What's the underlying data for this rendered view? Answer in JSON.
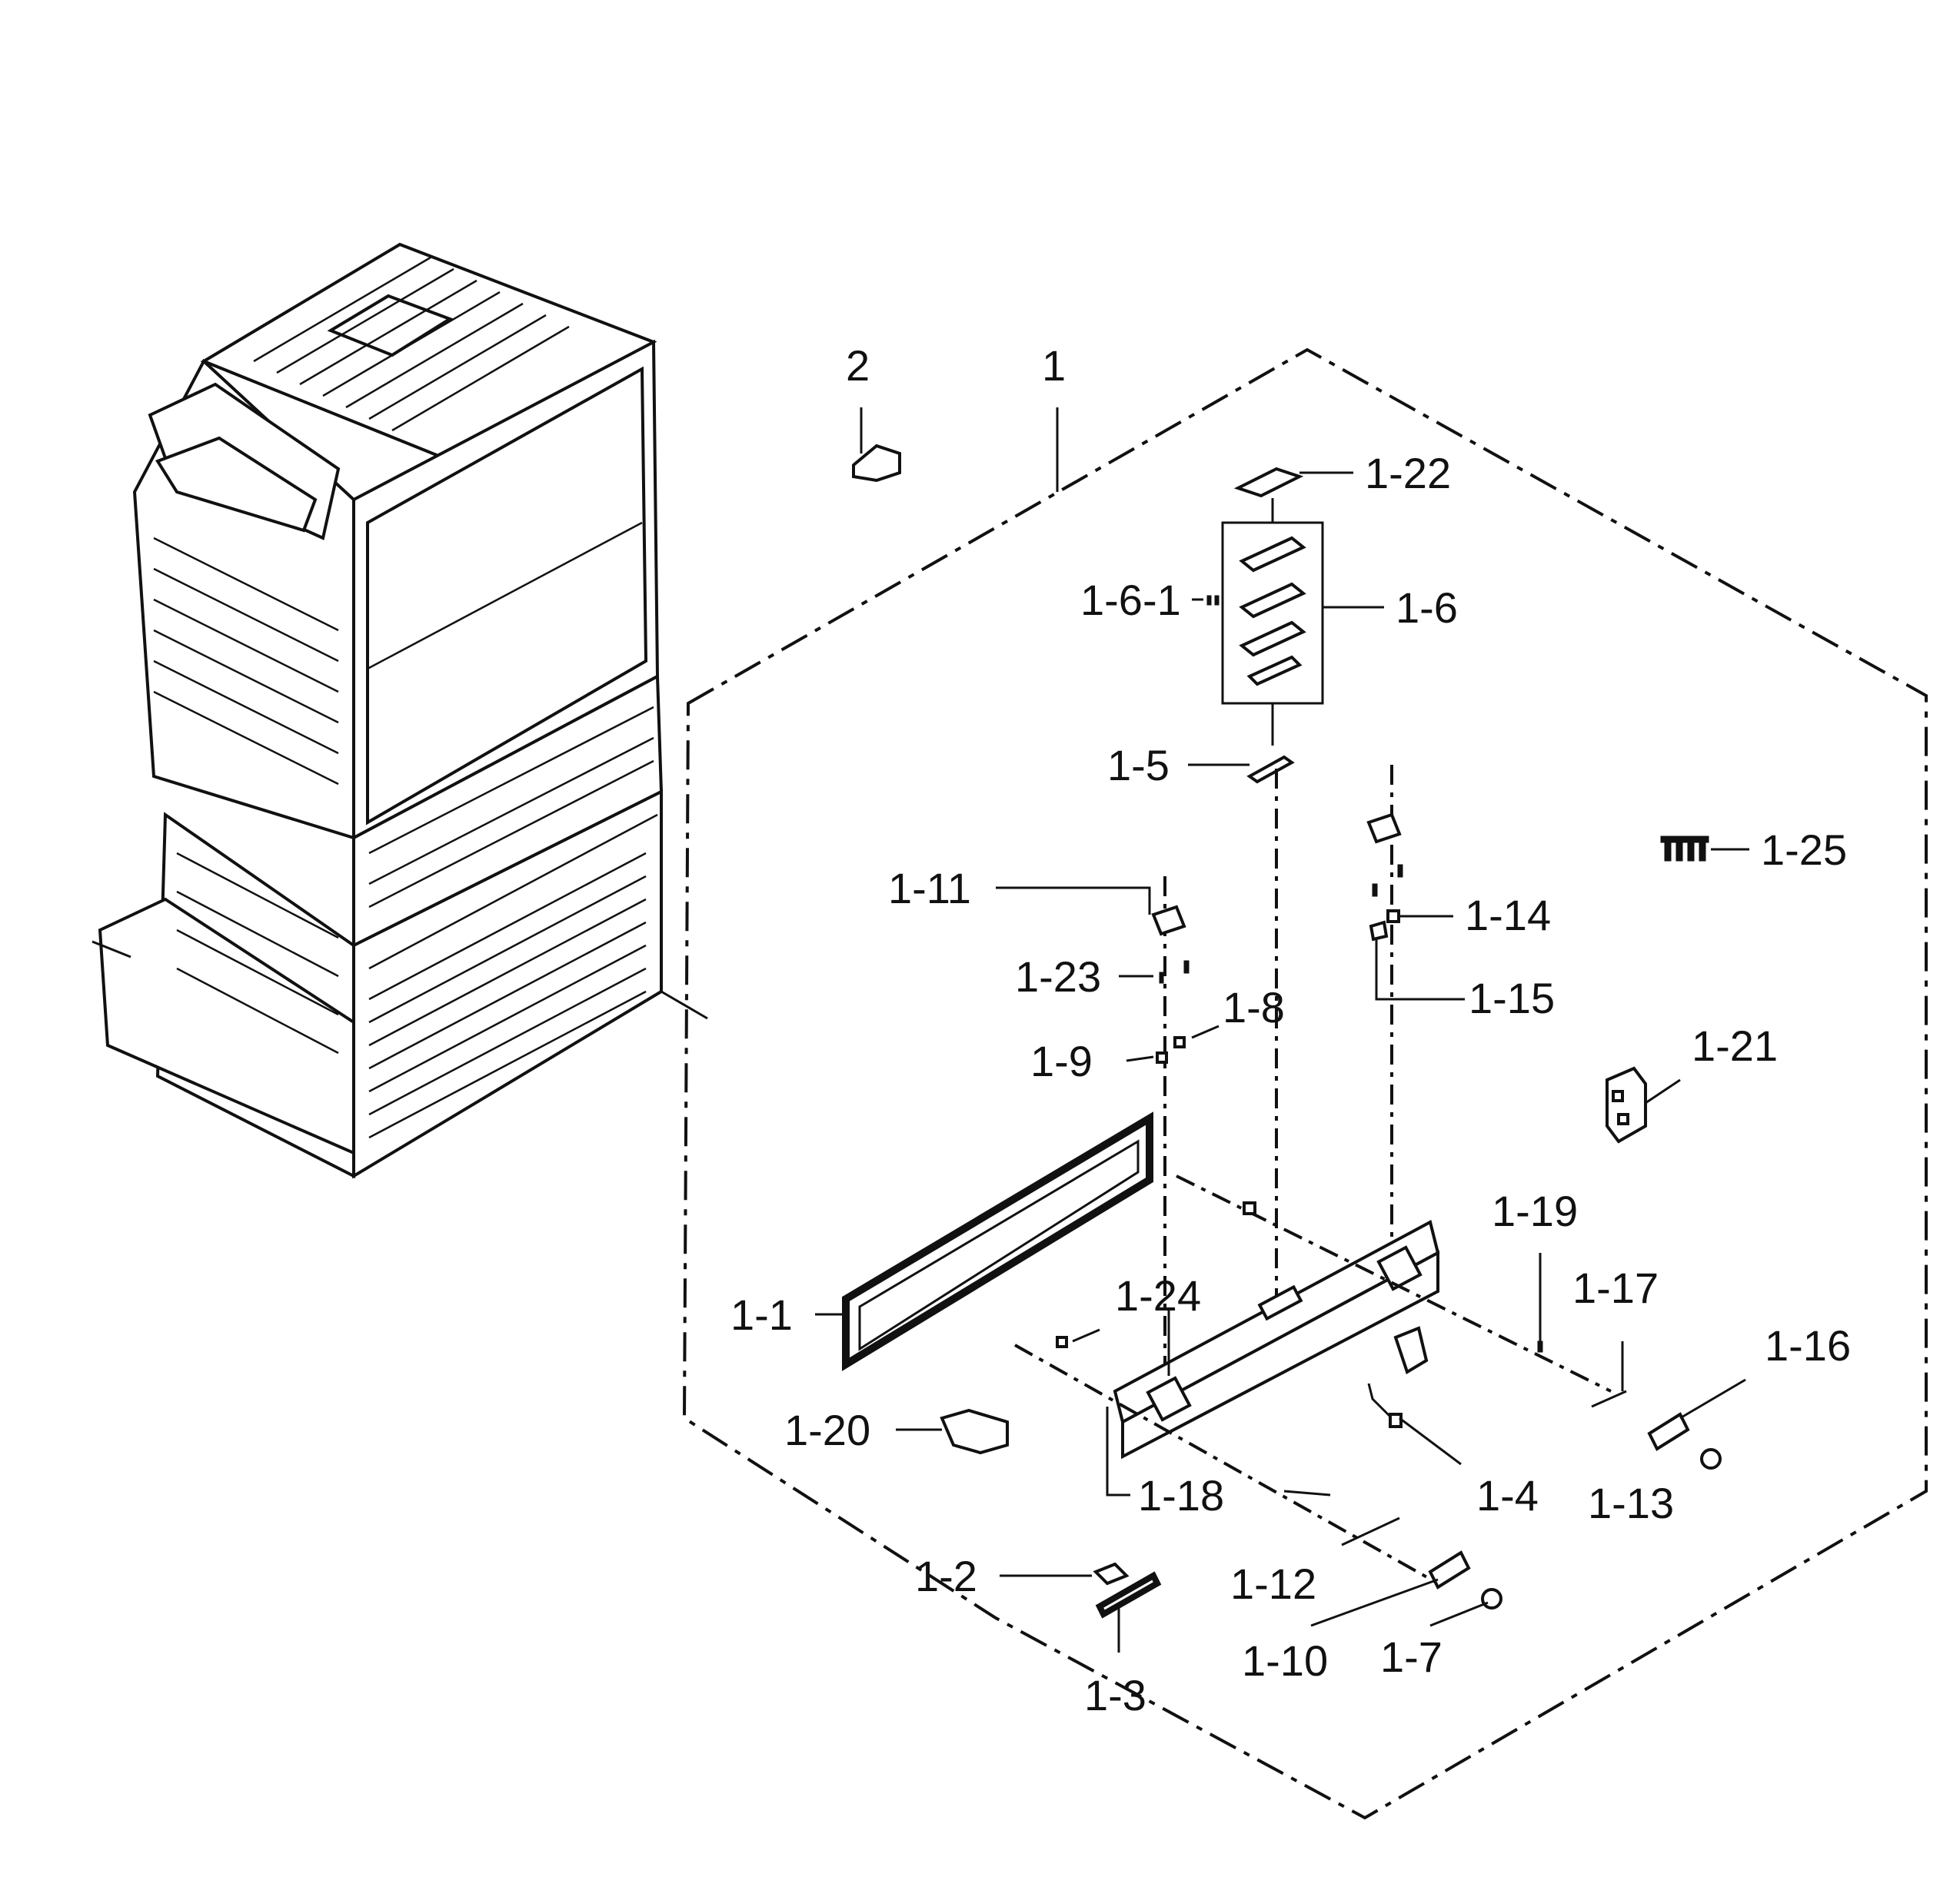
{
  "diagram": {
    "labels": [
      {
        "key": "p2",
        "text": "2"
      },
      {
        "key": "p1",
        "text": "1"
      },
      {
        "key": "p1_22",
        "text": "1-22"
      },
      {
        "key": "p1_6_1",
        "text": "1-6-1"
      },
      {
        "key": "p1_6",
        "text": "1-6"
      },
      {
        "key": "p1_5",
        "text": "1-5"
      },
      {
        "key": "p1_25",
        "text": "1-25"
      },
      {
        "key": "p1_11",
        "text": "1-11"
      },
      {
        "key": "p1_14",
        "text": "1-14"
      },
      {
        "key": "p1_23",
        "text": "1-23"
      },
      {
        "key": "p1_8",
        "text": "1-8"
      },
      {
        "key": "p1_15",
        "text": "1-15"
      },
      {
        "key": "p1_9",
        "text": "1-9"
      },
      {
        "key": "p1_21",
        "text": "1-21"
      },
      {
        "key": "p1_19",
        "text": "1-19"
      },
      {
        "key": "p1_24",
        "text": "1-24"
      },
      {
        "key": "p1_17",
        "text": "1-17"
      },
      {
        "key": "p1_1",
        "text": "1-1"
      },
      {
        "key": "p1_16",
        "text": "1-16"
      },
      {
        "key": "p1_20",
        "text": "1-20"
      },
      {
        "key": "p1_18",
        "text": "1-18"
      },
      {
        "key": "p1_4",
        "text": "1-4"
      },
      {
        "key": "p1_13",
        "text": "1-13"
      },
      {
        "key": "p1_2",
        "text": "1-2"
      },
      {
        "key": "p1_12",
        "text": "1-12"
      },
      {
        "key": "p1_10",
        "text": "1-10"
      },
      {
        "key": "p1_7",
        "text": "1-7"
      },
      {
        "key": "p1_3",
        "text": "1-3"
      }
    ]
  }
}
